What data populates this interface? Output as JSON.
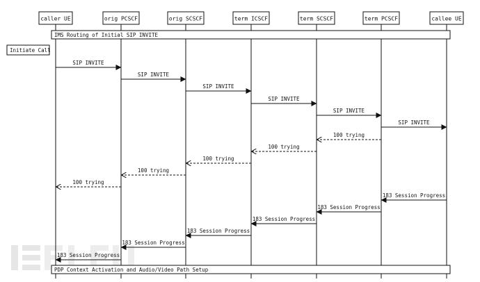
{
  "participants": [
    {
      "id": "caller_ue",
      "label": "caller UE"
    },
    {
      "id": "orig_pcscf",
      "label": "orig PCSCF"
    },
    {
      "id": "orig_scscf",
      "label": "orig SCSCF"
    },
    {
      "id": "term_icscf",
      "label": "term ICSCF"
    },
    {
      "id": "term_scscf",
      "label": "term SCSCF"
    },
    {
      "id": "term_pcscf",
      "label": "term PCSCF"
    },
    {
      "id": "callee_ue",
      "label": "callee UE"
    }
  ],
  "side_note": {
    "label": "Initiate Call"
  },
  "banners": [
    {
      "label": "IMS Routing of Initial SIP INVITE"
    },
    {
      "label": "PDP Context Activation and Audio/Video Path Setup"
    }
  ],
  "messages": [
    {
      "from": 0,
      "to": 1,
      "label": "SIP INVITE",
      "style": "solid"
    },
    {
      "from": 1,
      "to": 2,
      "label": "SIP INVITE",
      "style": "solid"
    },
    {
      "from": 2,
      "to": 3,
      "label": "SIP INVITE",
      "style": "solid"
    },
    {
      "from": 3,
      "to": 4,
      "label": "SIP INVITE",
      "style": "solid"
    },
    {
      "from": 4,
      "to": 5,
      "label": "SIP INVITE",
      "style": "solid"
    },
    {
      "from": 5,
      "to": 6,
      "label": "SIP INVITE",
      "style": "solid"
    },
    {
      "from": 5,
      "to": 4,
      "label": "100 trying",
      "style": "dashed"
    },
    {
      "from": 4,
      "to": 3,
      "label": "100 trying",
      "style": "dashed"
    },
    {
      "from": 3,
      "to": 2,
      "label": "100 trying",
      "style": "dashed"
    },
    {
      "from": 2,
      "to": 1,
      "label": "100 trying",
      "style": "dashed"
    },
    {
      "from": 1,
      "to": 0,
      "label": "100 trying",
      "style": "dashed"
    },
    {
      "from": 6,
      "to": 5,
      "label": "183 Session Progress",
      "style": "solid"
    },
    {
      "from": 5,
      "to": 4,
      "label": "183 Session Progress",
      "style": "solid"
    },
    {
      "from": 4,
      "to": 3,
      "label": "183 Session Progress",
      "style": "solid"
    },
    {
      "from": 3,
      "to": 2,
      "label": "183 Session Progress",
      "style": "solid"
    },
    {
      "from": 2,
      "to": 1,
      "label": "183 Session Progress",
      "style": "solid"
    },
    {
      "from": 1,
      "to": 0,
      "label": "183 Session Progress",
      "style": "solid"
    }
  ],
  "colors": {
    "line": "#111111",
    "watermark": "#e6e6e6"
  }
}
